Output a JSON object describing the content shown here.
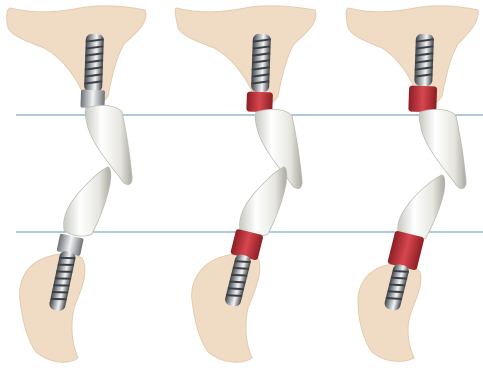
{
  "figure": {
    "panels": [
      {
        "id": "panel-1",
        "abutment_collar": "titanium"
      },
      {
        "id": "panel-2",
        "abutment_collar": "red"
      },
      {
        "id": "panel-3",
        "abutment_collar": "red"
      }
    ],
    "colors": {
      "bone": "#f0dcc4",
      "bone_edge": "#e4cbb0",
      "titanium_dark": "#4a4d52",
      "titanium_light": "#d9dcdf",
      "red_collar": "#c0323a",
      "crown": "#ebebe6",
      "reference_line": "#5d97b5"
    }
  }
}
